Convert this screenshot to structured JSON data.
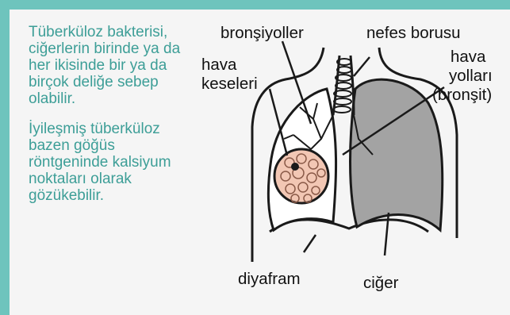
{
  "info_text": {
    "paragraph_1": "Tüberküloz bakterisi, ciğerlerin birinde ya da her ikisinde bir ya da birçok deliğe sebep olabilir.",
    "paragraph_2": "İyileşmiş tüberküloz bazen göğüs röntgeninde kalsiyum noktaları olarak gözükebilir."
  },
  "labels": {
    "bronchioles": "bronşiyoller",
    "trachea": "nefes borusu",
    "air_sacs_1": "hava",
    "air_sacs_2": "keseleri",
    "airways_1": "hava",
    "airways_2": "yolları",
    "airways_3": "(bronşit)",
    "diaphragm": "diyafram",
    "lung": "ciğer"
  },
  "colors": {
    "frame": "#6ec4bd",
    "panel": "#f5f5f5",
    "info_text": "#3d9e97",
    "lung_fill": "#a3a3a3",
    "inset_fill": "#f2c7b4"
  }
}
